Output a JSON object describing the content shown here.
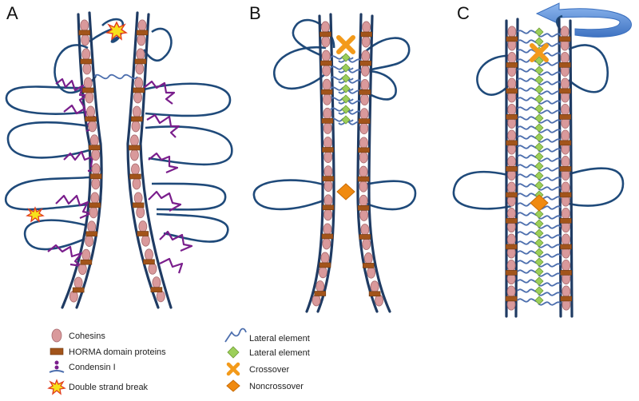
{
  "panels": {
    "a": {
      "label": "A"
    },
    "b": {
      "label": "B"
    },
    "c": {
      "label": "C"
    }
  },
  "legend": {
    "cohesins": "Cohesins",
    "horma": "HORMA domain proteins",
    "condensin": "Condensin I",
    "dsb": "Double strand break",
    "lateral_element_coil": "Lateral element",
    "lateral_element_diamond": "Lateral element",
    "crossover": "Crossover",
    "noncrossover": "Noncrossover"
  },
  "colors": {
    "axis": "#1f3b63",
    "loop": "#1f4a7a",
    "cohesin": "#d9999b",
    "horma": "#a2541a",
    "condensin": "#7a1e8c",
    "lateral_element": "#4d6fae",
    "lateral_element_diamond": "#9ccf5a",
    "crossover": "#f39a1a",
    "noncrossover": "#f08a10",
    "dsb": "#f7e11b",
    "rotation_arrow": "#5b8fd6"
  },
  "icons": {
    "rotation": "rotation-arrow-icon",
    "dsb": "starburst-icon",
    "crossover": "x-cross-icon",
    "noncrossover": "diamond-icon"
  }
}
